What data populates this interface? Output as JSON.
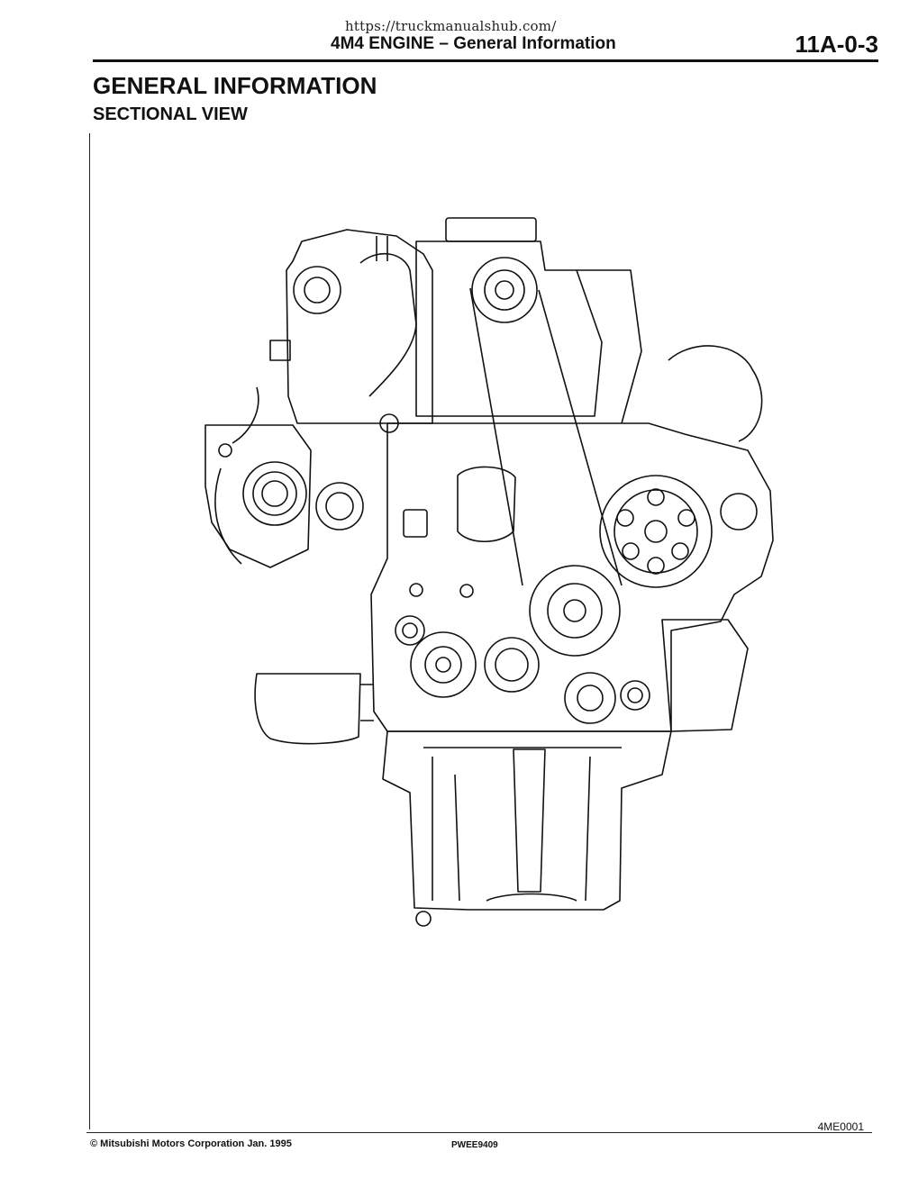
{
  "header": {
    "watermark": "https://truckmanualshub.com/",
    "title": "4M4 ENGINE – General Information",
    "page_number": "11A-0-3"
  },
  "content": {
    "section_title": "GENERAL INFORMATION",
    "sub_title": "SECTIONAL VIEW",
    "figure_id": "4ME0001"
  },
  "footer": {
    "copyright": "© Mitsubishi Motors Corporation   Jan. 1995",
    "pub_code": "PWEE9409"
  }
}
